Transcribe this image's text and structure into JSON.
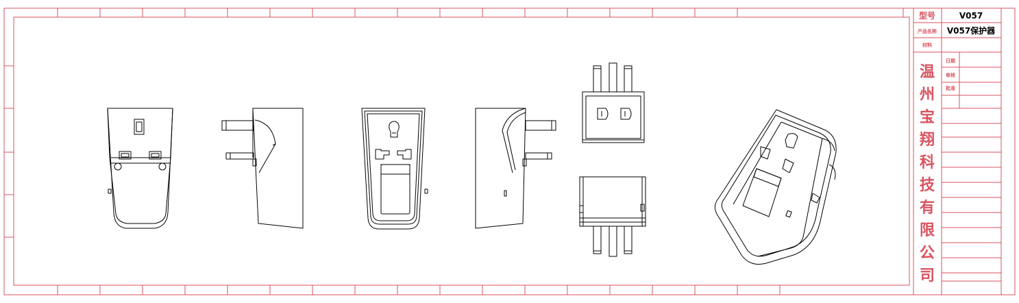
{
  "title_block": {
    "model_label": "型号",
    "model_value": "V057",
    "product_name_label": "产品名称",
    "product_name_value": "V057保护器",
    "material_label": "材料",
    "date_label": "日期",
    "review_label": "审核",
    "approve_label": "批准",
    "company_chars": [
      "温",
      "州",
      "宝",
      "翔",
      "科",
      "技",
      "有",
      "限",
      "公",
      "司"
    ]
  },
  "colors": {
    "frame": "#d9535f",
    "label": "#d9535f",
    "value": "#000000",
    "linework": "#000000"
  },
  "views": [
    "front-view",
    "left-side-view",
    "rear-view",
    "right-side-view",
    "top-view",
    "bottom-view",
    "isometric-view"
  ]
}
